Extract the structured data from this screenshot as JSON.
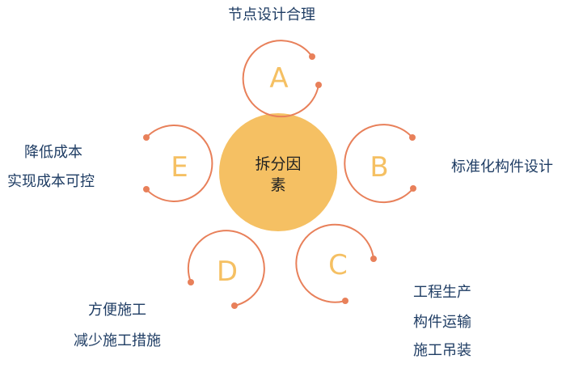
{
  "center": {
    "label_line1": "拆分因",
    "label_line2": "素"
  },
  "nodes": [
    {
      "letter": "A",
      "lines": [
        "节点设计合理"
      ]
    },
    {
      "letter": "B",
      "lines": [
        "标准化构件设计"
      ]
    },
    {
      "letter": "C",
      "lines": [
        "工程生产",
        "构件运输",
        "施工吊装"
      ]
    },
    {
      "letter": "D",
      "lines": [
        "方便施工",
        "减少施工措施"
      ]
    },
    {
      "letter": "E",
      "lines": [
        "降低成本",
        "实现成本可控"
      ]
    }
  ],
  "colors": {
    "center_fill": "#f5c063",
    "arc_stroke": "#e8805a",
    "letter_fill": "#f5c063",
    "label_text": "#1f3d64",
    "center_text": "#222222"
  }
}
